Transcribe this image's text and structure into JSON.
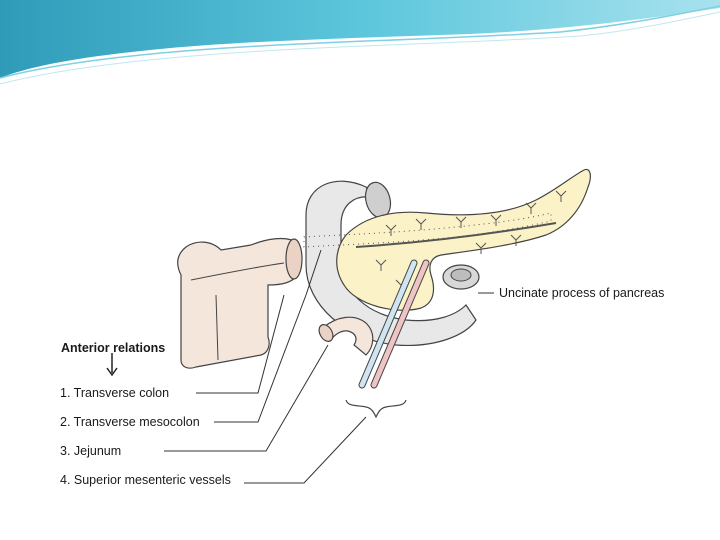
{
  "diagram": {
    "heading": "Anterior relations",
    "relations": [
      "1. Transverse colon",
      "2. Transverse mesocolon",
      "3. Jejunum",
      "4. Superior mesenteric vessels"
    ],
    "structure_label": "Uncinate process of pancreas"
  }
}
